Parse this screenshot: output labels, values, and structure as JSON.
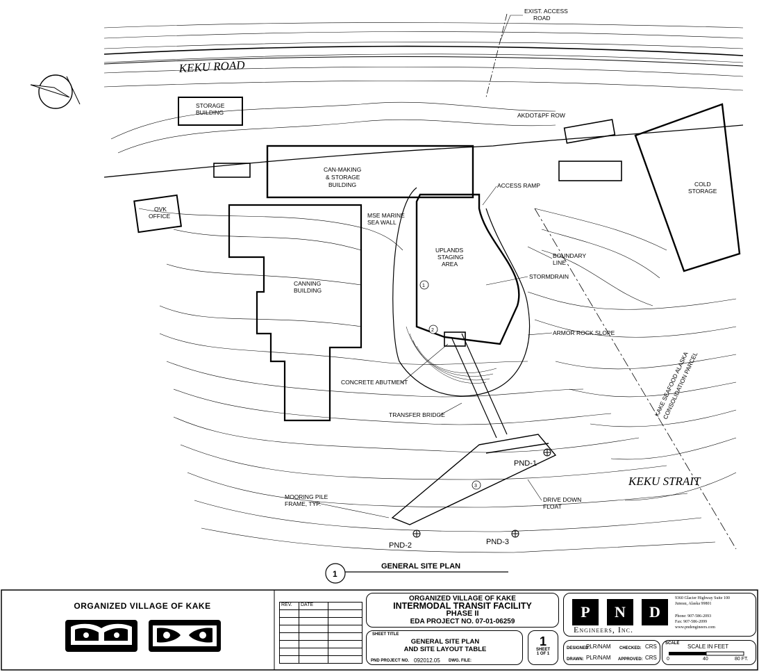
{
  "plan": {
    "road_label": "KEKU ROAD",
    "strait_label": "KEKU STRAIT",
    "labels": {
      "exist_access_road_1": "EXIST. ACCESS",
      "exist_access_road_2": "ROAD",
      "storage_building_1": "STORAGE",
      "storage_building_2": "BUILDING",
      "akdot_row": "AKDOT&PF ROW",
      "can_making_1": "CAN-MAKING",
      "can_making_2": "& STORAGE",
      "can_making_3": "BUILDING",
      "access_ramp": "ACCESS RAMP",
      "cold_storage_1": "COLD",
      "cold_storage_2": "STORAGE",
      "ovk_office_1": "OVK",
      "ovk_office_2": "OFFICE",
      "mse_wall_1": "MSE MARINE",
      "mse_wall_2": "SEA WALL",
      "uplands_1": "UPLANDS",
      "uplands_2": "STAGING",
      "uplands_3": "AREA",
      "boundary_1": "BOUNDARY",
      "boundary_2": "LINE",
      "stormdrain": "STORMDRAIN",
      "canning_1": "CANNING",
      "canning_2": "BUILDING",
      "armor_rock": "ARMOR ROCK SLOPE",
      "concrete_abutment": "CONCRETE ABUTMENT",
      "transfer_bridge": "TRANSFER BRIDGE",
      "consolidation_1": "KAKE SEAFOOD ALASKA",
      "consolidation_2": "CONSOLIDATION PARCEL",
      "pnd1": "PND-1",
      "pnd2": "PND-2",
      "pnd3": "PND-3",
      "mooring_1": "MOORING PILE",
      "mooring_2": "FRAME, TYP.",
      "drive_down_1": "DRIVE DOWN",
      "drive_down_2": "FLOAT",
      "tag1": "1",
      "tag2": "2",
      "tag3": "3"
    },
    "view_number": "1",
    "view_title": "GENERAL SITE PLAN"
  },
  "title_block": {
    "client": "ORGANIZED VILLAGE OF KAKE",
    "rev_header": "REV.",
    "date_header": "DATE",
    "project_line1": "ORGANIZED VILLAGE OF KAKE",
    "project_line2": "INTERMODAL TRANSIT FACILITY",
    "project_line3": "PHASE II",
    "project_line4": "EDA PROJECT NO. 07-01-06259",
    "sheet_title_label": "SHEET TITLE",
    "sheet_title_1": "GENERAL SITE PLAN",
    "sheet_title_2": "AND SITE LAYOUT TABLE",
    "pnd_project_label": "PND PROJECT NO.",
    "pnd_project_no": "092012.05",
    "dwg_file_label": "DWG. FILE:",
    "sheet_number": "1",
    "sheet_label": "SHEET",
    "sheet_of": "1 OF 1",
    "logo_letters": [
      "P",
      "N",
      "D"
    ],
    "firm_name": "Engineers, Inc.",
    "address_1": "9360 Glacier Highway Suite 100",
    "address_2": "Juneau, Alaska 99801",
    "phone": "Phone: 907-586-2093",
    "fax": "Fax: 907-586-2099",
    "web": "www.pndengineers.com",
    "designed_label": "DESIGNED:",
    "designed": "PLR/NAM",
    "checked_label": "CHECKED:",
    "checked": "CRS",
    "drawn_label": "DRAWN:",
    "drawn": "PLR/NAM",
    "approved_label": "APPROVED:",
    "approved": "CRS",
    "scale_label": "SCALE",
    "scale_title": "SCALE IN FEET",
    "scale_ticks": [
      "0",
      "40",
      "80 FT."
    ]
  },
  "colors": {
    "ink": "#000000",
    "paper": "#ffffff"
  }
}
